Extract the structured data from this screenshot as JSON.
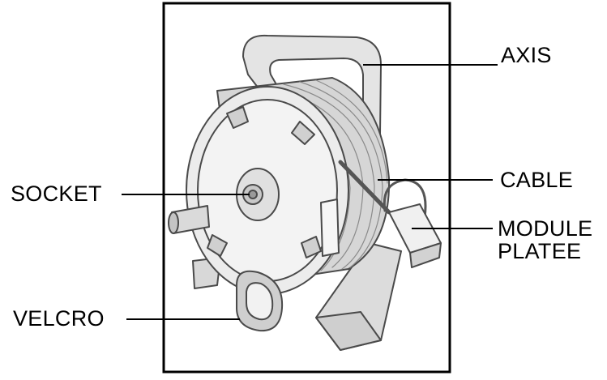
{
  "figure": {
    "labels": {
      "axis": "AXIS",
      "cable": "CABLE",
      "socket": "SOCKET",
      "module_line1": "MODULE",
      "module_line2": "PLATEE",
      "velcro": "VELCRO"
    },
    "colors": {
      "frame": "#000000",
      "line": "#000000",
      "reel_fill": "#e9e9e9",
      "reel_stroke": "#4a4a4a",
      "shadow": "#bdbdbd"
    }
  }
}
